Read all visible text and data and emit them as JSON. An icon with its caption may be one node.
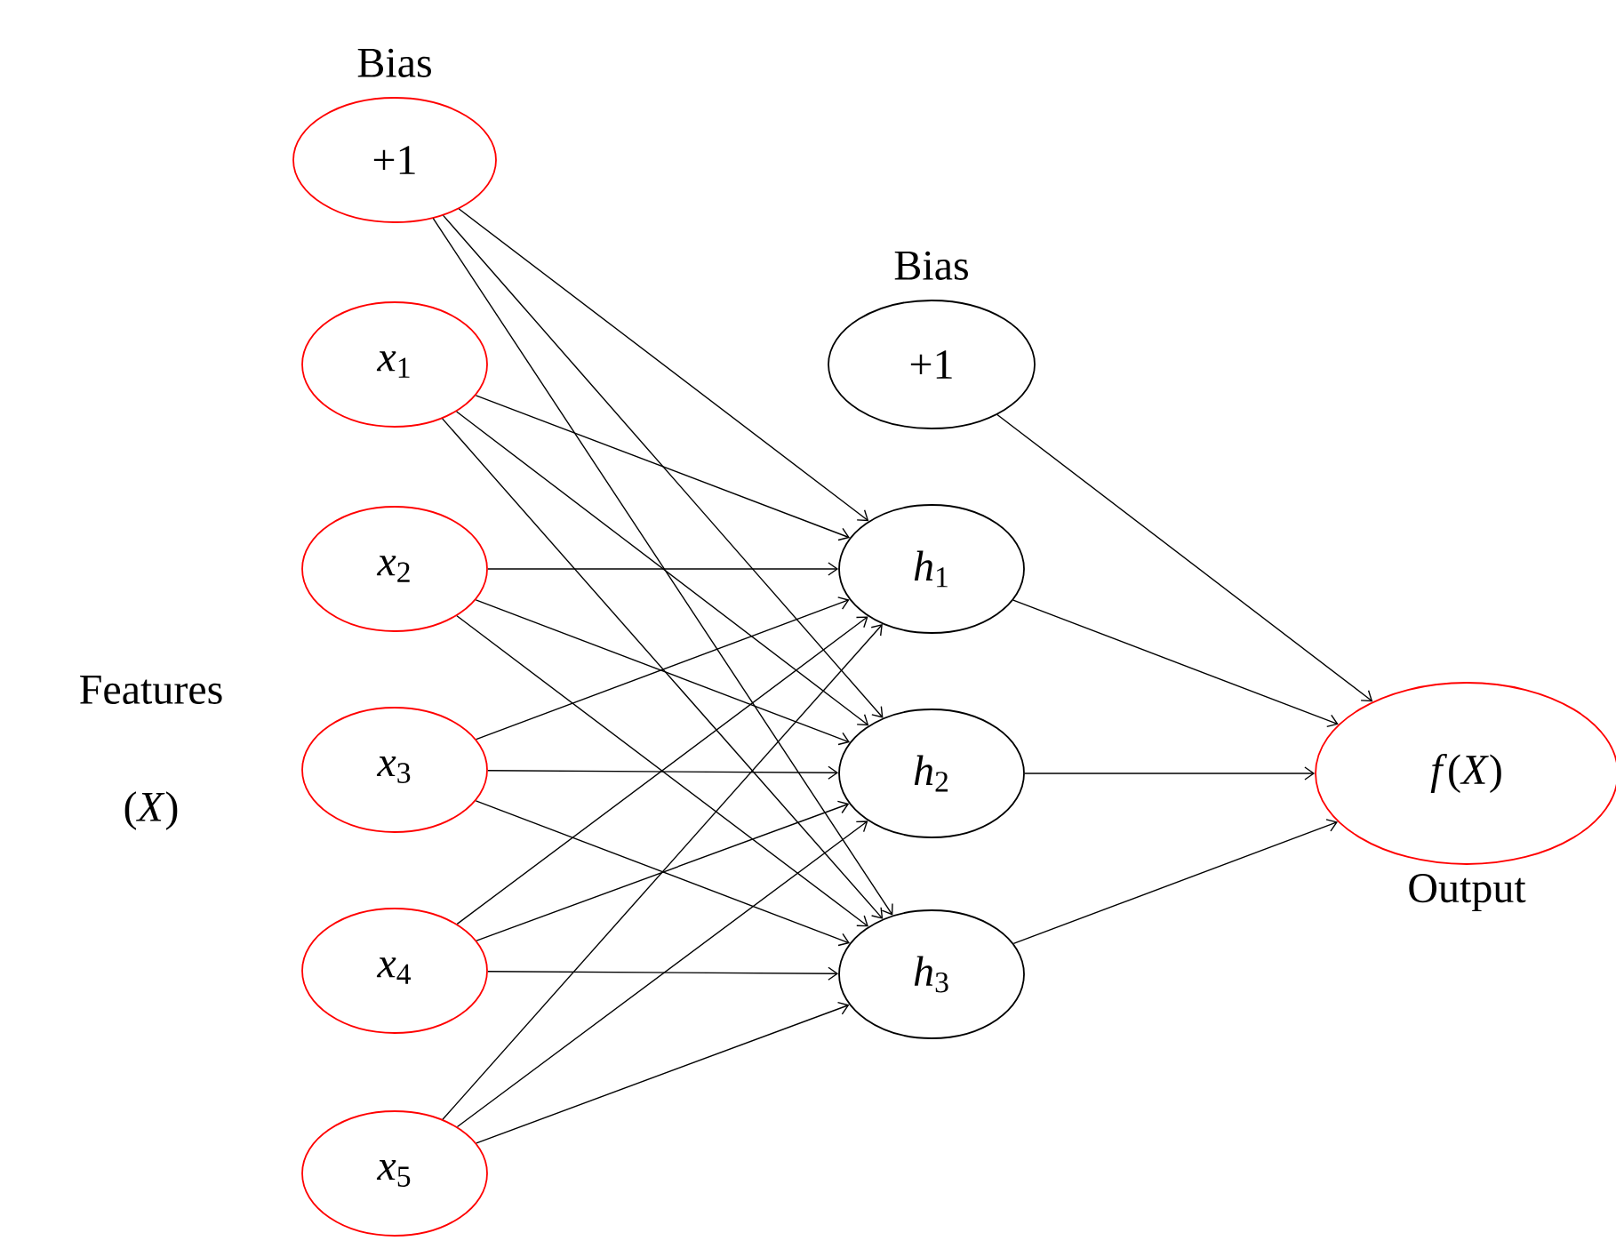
{
  "diagram": {
    "nodes": [
      {
        "text": [
          "Bias",
          "+1"
        ]
      },
      {
        "text": [
          "*x*$_{1}$"
        ]
      },
      {
        "text": [
          "*x*$_{2}$"
        ]
      },
      {
        "text": [
          "*x*$_{3}$"
        ]
      },
      {
        "text": [
          "*x*$_{4}$"
        ]
      },
      {
        "text": [
          "*x*$_{5}$"
        ]
      },
      {
        "text": [
          "Bias",
          "+1"
        ]
      },
      {
        "text": [
          "*h*$_{1}$"
        ]
      },
      {
        "text": [
          "*h*$_{2}$"
        ]
      },
      {
        "text": [
          "*h*$_{3}$"
        ]
      },
      {
        "text": [
          "*f*(*X*)"
        ],
        "beside": [
          "Output"
        ]
      }
    ],
    "edges": [
      {
        "from": 0,
        "to": 7,
        "arrow": "to"
      },
      {
        "from": 0,
        "to": 8,
        "arrow": "to"
      },
      {
        "from": 0,
        "to": 9,
        "arrow": "to"
      },
      {
        "from": 1,
        "to": 7,
        "arrow": "to"
      },
      {
        "from": 1,
        "to": 8,
        "arrow": "to"
      },
      {
        "from": 1,
        "to": 9,
        "arrow": "to"
      },
      {
        "from": 2,
        "to": 7,
        "arrow": "to"
      },
      {
        "from": 2,
        "to": 8,
        "arrow": "to"
      },
      {
        "from": 2,
        "to": 9,
        "arrow": "to"
      },
      {
        "from": 3,
        "to": 7,
        "arrow": "to"
      },
      {
        "from": 3,
        "to": 8,
        "arrow": "to"
      },
      {
        "from": 3,
        "to": 9,
        "arrow": "to"
      },
      {
        "from": 4,
        "to": 7,
        "arrow": "to"
      },
      {
        "from": 4,
        "to": 8,
        "arrow": "to"
      },
      {
        "from": 4,
        "to": 9,
        "arrow": "to"
      },
      {
        "from": 5,
        "to": 7,
        "arrow": "to"
      },
      {
        "from": 5,
        "to": 8,
        "arrow": "to"
      },
      {
        "from": 5,
        "to": 9,
        "arrow": "to"
      },
      {
        "from": 6,
        "to": 10,
        "arrow": "to"
      },
      {
        "from": 7,
        "to": 10,
        "arrow": "to"
      },
      {
        "from": 8,
        "to": 10,
        "arrow": "to"
      },
      {
        "from": 9,
        "to": 10,
        "arrow": "to"
      }
    ],
    "labels": [
      "Features",
      "(*X*)"
    ]
  }
}
